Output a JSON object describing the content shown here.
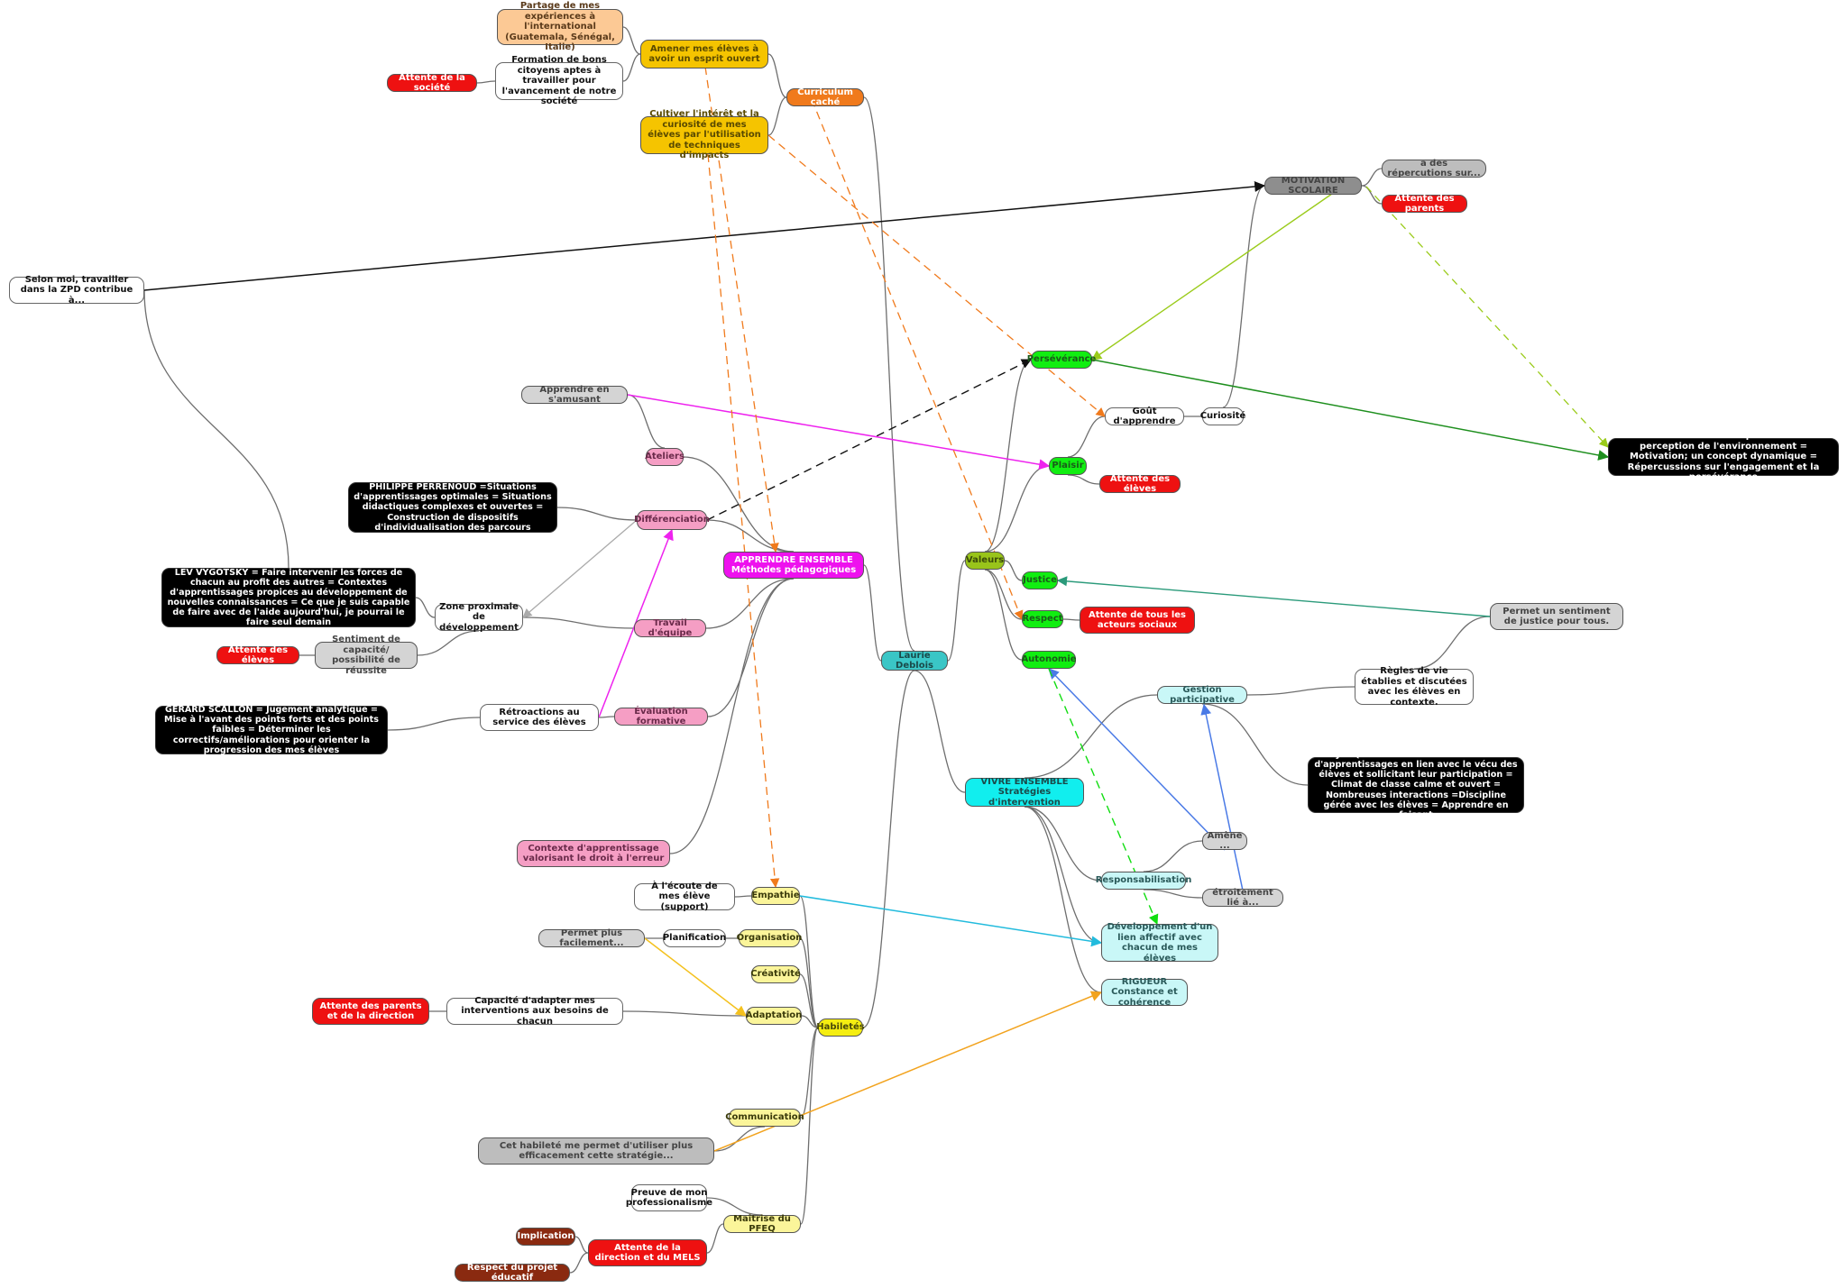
{
  "nodes": {
    "partage": {
      "text": "Partage de mes expériences à l'international (Guatemala, Sénégal, Italie)",
      "bg": "#fcc995",
      "fg": "#5a3a1a"
    },
    "amener": {
      "text": "Amener  mes élèves à avoir un esprit ouvert",
      "bg": "#f5c400",
      "fg": "#5a4a00"
    },
    "curriculum": {
      "text": "Curriculum caché",
      "bg": "#f07a1c",
      "fg": "#ffffff"
    },
    "cultiver": {
      "text": "Cultiver l'intérêt et la curiosité de mes élèves par l'utilisation de techniques d'impacts",
      "bg": "#f5c400",
      "fg": "#5a4a00"
    },
    "attente_societe": {
      "text": "Attente de la société",
      "bg": "#ee1111",
      "fg": "#ffffff"
    },
    "formation": {
      "text": "Formation de bons citoyens aptes à travailler pour l'avancement de notre société",
      "bg": "#ffffff",
      "fg": "#111111"
    },
    "motivation": {
      "text": "MOTIVATION SCOLAIRE",
      "bg": "#8e8e8e",
      "fg": "#444444"
    },
    "repercutions": {
      "text": "a des répercutions sur...",
      "bg": "#bdbdbd",
      "fg": "#444444"
    },
    "attente_parents": {
      "text": "Attente des parents",
      "bg": "#ee1111",
      "fg": "#ffffff"
    },
    "zpd": {
      "text": "Selon moi, travailler dans la ZPD contribue à...",
      "bg": "#ffffff",
      "fg": "#111111"
    },
    "perseverance": {
      "text": "Persévérance",
      "bg": "#11ee11",
      "fg": "#1a5a1a"
    },
    "gout": {
      "text": "Goût d'apprendre",
      "bg": "#ffffff",
      "fg": "#111111"
    },
    "curiosite": {
      "text": "Curiosité",
      "bg": "#ffffff",
      "fg": "#111111"
    },
    "viau": {
      "text": "ROLLAND VIAU  = Perception de soi et perception de l'environnement  = Motivation; un concept dynamique  = Répercussions sur l'engagement et la persévérance",
      "bg": "#000000",
      "fg": "#ffffff"
    },
    "apprendre_amusant": {
      "text": "Apprendre en s'amusant",
      "bg": "#d4d4d4",
      "fg": "#444444"
    },
    "ateliers": {
      "text": "Ateliers",
      "bg": "#f59ec4",
      "fg": "#6a2a4a"
    },
    "plaisir": {
      "text": "Plaisir",
      "bg": "#11ee11",
      "fg": "#1a5a1a"
    },
    "attente_eleves_1": {
      "text": "Attente des élèves",
      "bg": "#ee1111",
      "fg": "#ffffff"
    },
    "perrenoud": {
      "text": "PHILIPPE PERRENOUD  =Situations d'apprentissages optimales  = Situations didactiques complexes et ouvertes  = Construction de dispositifs d'individualisation des parcours",
      "bg": "#000000",
      "fg": "#ffffff"
    },
    "differenciation": {
      "text": "Différenciation",
      "bg": "#f59ec4",
      "fg": "#6a2a4a"
    },
    "apprendre_ensemble": {
      "text": "APPRENDRE ENSEMBLE Méthodes pédagogiques",
      "bg": "#ee11ee",
      "fg": "#ffffff"
    },
    "valeurs": {
      "text": "Valeurs",
      "bg": "#99c41a",
      "fg": "#3a4a0a"
    },
    "vygotsky": {
      "text": "LEV VYGOTSKY  = Faire intervenir les forces de chacun au profit des autres  = Contextes d'apprentissages propices au développement de nouvelles connaissances  = Ce que je suis capable de faire avec de l'aide aujourd'hui, je pourrai le faire seul demain",
      "bg": "#000000",
      "fg": "#ffffff"
    },
    "zone_proximale": {
      "text": "Zone proximale de développement",
      "bg": "#ffffff",
      "fg": "#111111"
    },
    "travail_equipe": {
      "text": "Travail d'équipe",
      "bg": "#f59ec4",
      "fg": "#6a2a4a"
    },
    "justice": {
      "text": "Justice",
      "bg": "#11ee11",
      "fg": "#1a5a1a"
    },
    "respect": {
      "text": "Respect",
      "bg": "#11ee11",
      "fg": "#1a5a1a"
    },
    "attente_acteurs": {
      "text": "Attente de tous les acteurs sociaux",
      "bg": "#ee1111",
      "fg": "#ffffff"
    },
    "permet_justice": {
      "text": "Permet un sentiment de justice pour tous.",
      "bg": "#d4d4d4",
      "fg": "#444444"
    },
    "attente_eleves_2": {
      "text": "Attente des élèves",
      "bg": "#ee1111",
      "fg": "#ffffff"
    },
    "sentiment_capacite": {
      "text": "Sentiment de capacité/ possibilité de réussite",
      "bg": "#d4d4d4",
      "fg": "#444444"
    },
    "laurie": {
      "text": "Laurie Deblois",
      "bg": "#3ac6c6",
      "fg": "#1a4a4a"
    },
    "autonomie": {
      "text": "Autonomie",
      "bg": "#11ee11",
      "fg": "#1a5a1a"
    },
    "gestion_participative": {
      "text": "Gestion participative",
      "bg": "#c9f7f7",
      "fg": "#2a5a5a"
    },
    "regles": {
      "text": "Règles de vie établies et discutées avec les élèves en contexte.",
      "bg": "#ffffff",
      "fg": "#111111"
    },
    "scallon": {
      "text": "GÉRARD SCALLON   = Jugement analytique   = Mise à l'avant des points forts et des points faibles  = Déterminer les correctifs/améliorations pour orienter la progression des mes élèves",
      "bg": "#000000",
      "fg": "#ffffff"
    },
    "retroactions": {
      "text": "Rétroactions au service des élèves",
      "bg": "#ffffff",
      "fg": "#111111"
    },
    "evaluation_formative": {
      "text": "Évaluation formative",
      "bg": "#f59ec4",
      "fg": "#6a2a4a"
    },
    "caron": {
      "text": "JACQUELINE CARON  = Situations d'apprentissages en lien avec le vécu des élèves et sollicitant leur participation  = Climat de classe calme et ouvert  = Nombreuses interactions  =Discipline gérée avec les élèves  =  Apprendre en faisant",
      "bg": "#000000",
      "fg": "#ffffff"
    },
    "vivre_ensemble": {
      "text": "VIVRE ENSEMBLE Stratégies d'intervention",
      "bg": "#11eeee",
      "fg": "#1a4a4a"
    },
    "amene": {
      "text": "Amène ...",
      "bg": "#d4d4d4",
      "fg": "#444444"
    },
    "contexte": {
      "text": "Contexte d'apprentissage valorisant le droit à l'erreur",
      "bg": "#f59ec4",
      "fg": "#6a2a4a"
    },
    "responsabilisation": {
      "text": "Responsabilisation",
      "bg": "#c9f7f7",
      "fg": "#2a5a5a"
    },
    "etroitement": {
      "text": "étroitement lié à...",
      "bg": "#d4d4d4",
      "fg": "#444444"
    },
    "ecoute": {
      "text": "À  l'écoute de mes élève (support)",
      "bg": "#ffffff",
      "fg": "#111111"
    },
    "empathie": {
      "text": "Empathie",
      "bg": "#fbf59a",
      "fg": "#3a3a0a"
    },
    "permet_facilement": {
      "text": "Permet plus facilement...",
      "bg": "#d4d4d4",
      "fg": "#444444"
    },
    "planification": {
      "text": "Planification",
      "bg": "#ffffff",
      "fg": "#111111"
    },
    "organisation": {
      "text": "Organisation",
      "bg": "#fbf59a",
      "fg": "#3a3a0a"
    },
    "developpement_lien": {
      "text": "Développement d'un lien affectif avec chacun de mes élèves",
      "bg": "#c9f7f7",
      "fg": "#2a5a5a"
    },
    "creativite": {
      "text": "Créativité",
      "bg": "#fbf59a",
      "fg": "#3a3a0a"
    },
    "rigueur": {
      "text": "RIGUEUR Constance et cohérence",
      "bg": "#c9f7f7",
      "fg": "#2a5a5a"
    },
    "attente_parents_direction": {
      "text": "Attente des parents et de la direction",
      "bg": "#ee1111",
      "fg": "#ffffff"
    },
    "capacite_adapter": {
      "text": "Capacité d'adapter  mes interventions aux besoins de chacun",
      "bg": "#ffffff",
      "fg": "#111111"
    },
    "adaptation": {
      "text": "Adaptation",
      "bg": "#fbf59a",
      "fg": "#3a3a0a"
    },
    "habiletes": {
      "text": "Habiletés",
      "bg": "#f5ee11",
      "fg": "#4a4a0a"
    },
    "communication": {
      "text": "Communication",
      "bg": "#fbf59a",
      "fg": "#3a3a0a"
    },
    "cet_habilete": {
      "text": "Cet habileté me permet d'utiliser plus efficacement cette stratégie...",
      "bg": "#bdbdbd",
      "fg": "#444444"
    },
    "preuve": {
      "text": "Preuve de mon professionalisme",
      "bg": "#ffffff",
      "fg": "#111111"
    },
    "maitrise": {
      "text": "Maîtrise du PFEQ",
      "bg": "#fbf59a",
      "fg": "#3a3a0a"
    },
    "implication": {
      "text": "Implication",
      "bg": "#8a2a10",
      "fg": "#ffffff"
    },
    "attente_direction_mels": {
      "text": "Attente de la direction et du MELS",
      "bg": "#ee1111",
      "fg": "#ffffff"
    },
    "respect_projet": {
      "text": "Respect du  projet éducatif",
      "bg": "#8a2a10",
      "fg": "#ffffff"
    }
  }
}
